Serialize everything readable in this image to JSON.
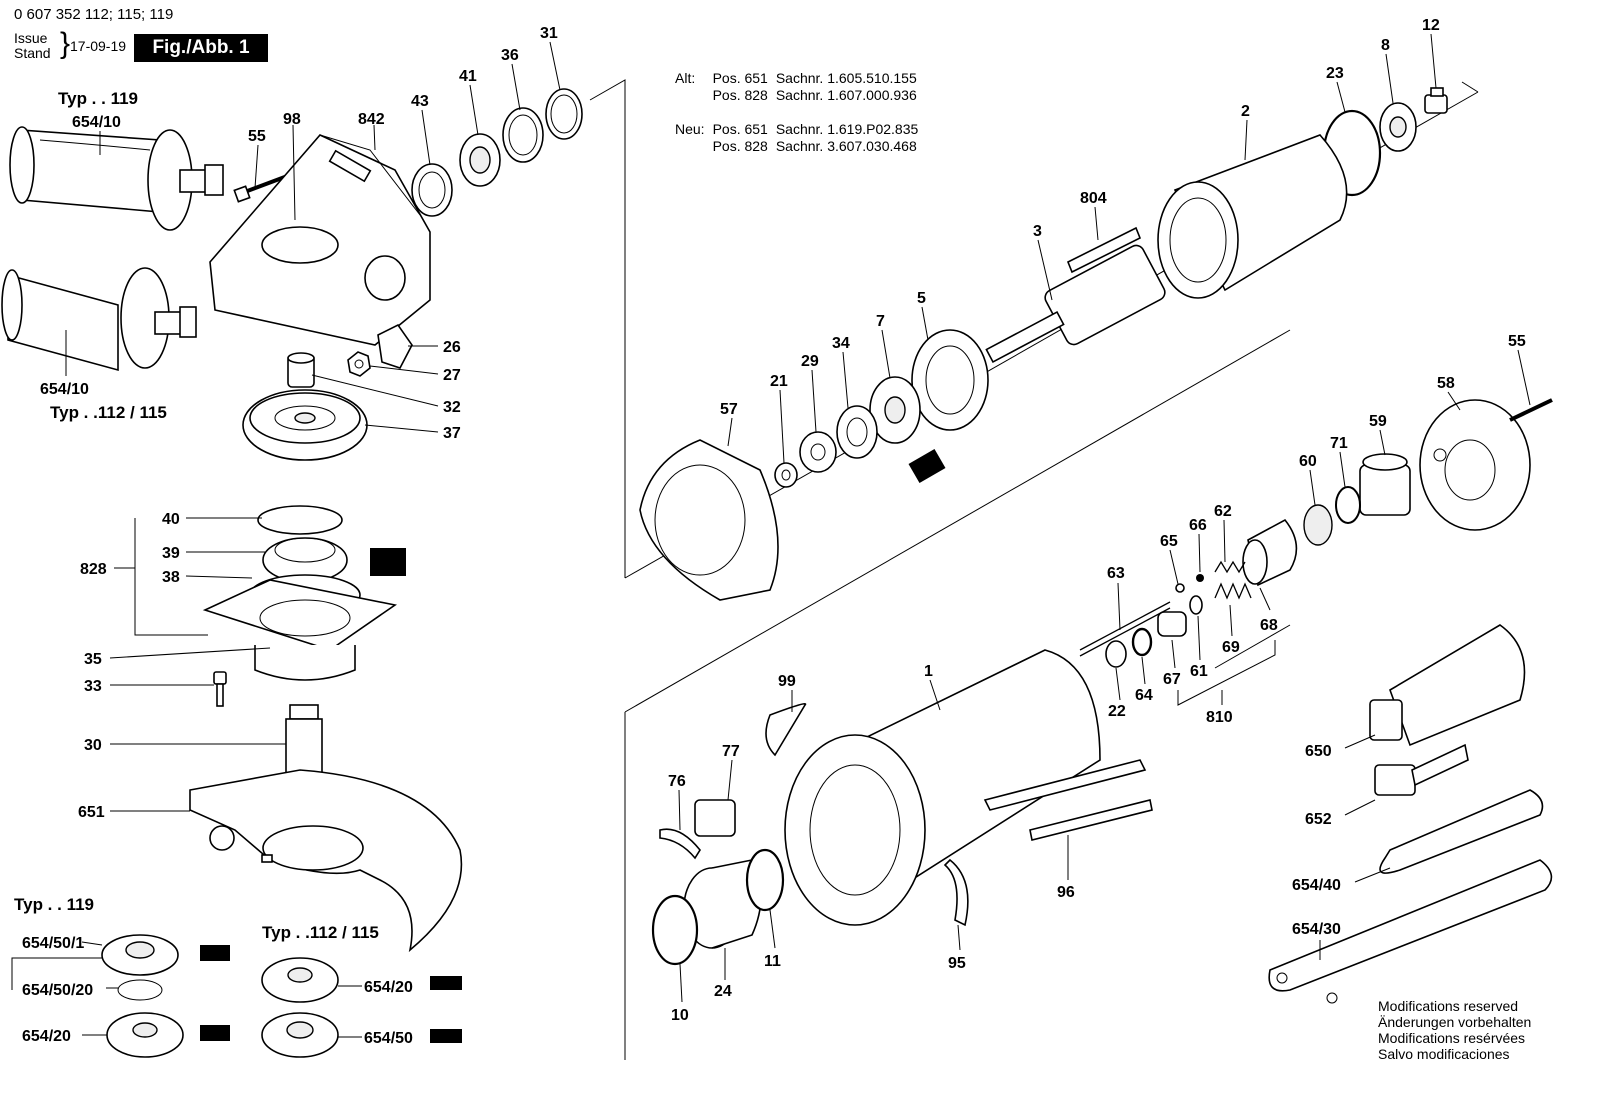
{
  "header": {
    "doc_number": "0 607 352 112; 115; 119",
    "issue_label": "Issue",
    "stand_label": "Stand",
    "date": "17-09-19",
    "figure_label": "Fig./Abb. 1"
  },
  "notes": {
    "alt_label": "Alt:",
    "neu_label": "Neu:",
    "alt": [
      {
        "pos": "Pos. 651",
        "sachnr": "Sachnr. 1.605.510.155"
      },
      {
        "pos": "Pos. 828",
        "sachnr": "Sachnr. 1.607.000.936"
      }
    ],
    "neu": [
      {
        "pos": "Pos. 651",
        "sachnr": "Sachnr. 1.619.P02.835"
      },
      {
        "pos": "Pos. 828",
        "sachnr": "Sachnr. 3.607.030.468"
      }
    ]
  },
  "type_labels": {
    "t119_top": "Typ . . 119",
    "t112_115_top": "Typ . .112 / 115",
    "t119_bottom": "Typ . . 119",
    "t112_115_bottom": "Typ . .112 / 115"
  },
  "part_labels": {
    "p654_10_a": "654/10",
    "p654_10_b": "654/10",
    "p55_a": "55",
    "p98": "98",
    "p842": "842",
    "p43": "43",
    "p41": "41",
    "p36": "36",
    "p31": "31",
    "p26": "26",
    "p27": "27",
    "p32": "32",
    "p37": "37",
    "p40": "40",
    "p39": "39",
    "p828": "828",
    "p38": "38",
    "p35": "35",
    "p33": "33",
    "p30": "30",
    "p651": "651",
    "p654_50_1": "654/50/1",
    "p654_50_20": "654/50/20",
    "p654_20_a": "654/20",
    "p654_20_b": "654/20",
    "p654_50": "654/50",
    "p12": "12",
    "p8": "8",
    "p23": "23",
    "p2": "2",
    "p804": "804",
    "p3": "3",
    "p5": "5",
    "p7": "7",
    "p34": "34",
    "p29": "29",
    "p21": "21",
    "p57": "57",
    "p55_b": "55",
    "p58": "58",
    "p59": "59",
    "p71": "71",
    "p60": "60",
    "p62": "62",
    "p66": "66",
    "p65": "65",
    "p63": "63",
    "p69": "69",
    "p68": "68",
    "p61": "61",
    "p67": "67",
    "p64": "64",
    "p22": "22",
    "p810": "810",
    "p1": "1",
    "p99": "99",
    "p77": "77",
    "p76": "76",
    "p650": "650",
    "p652": "652",
    "p654_40": "654/40",
    "p654_30": "654/30",
    "p96": "96",
    "p95": "95",
    "p11": "11",
    "p24": "24",
    "p10": "10"
  },
  "footer": {
    "lines": [
      "Modifications reserved",
      "Änderungen vorbehalten",
      "Modifications resérvées",
      "Salvo modificaciones"
    ]
  }
}
